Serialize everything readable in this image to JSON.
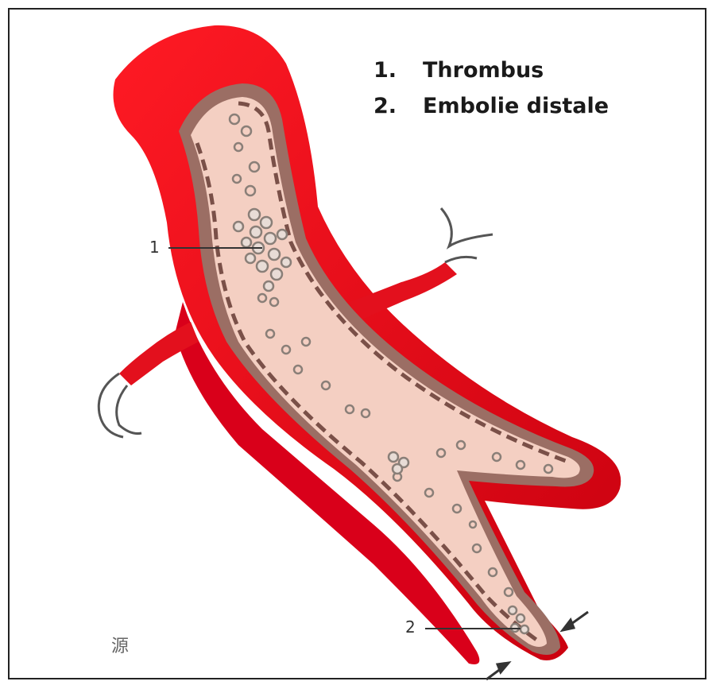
{
  "legend": [
    {
      "number": "1.",
      "label": "Thrombus"
    },
    {
      "number": "2.",
      "label": "Embolie distale"
    }
  ],
  "callouts": [
    {
      "id": "1",
      "text": "1"
    },
    {
      "id": "2",
      "text": "2"
    }
  ],
  "corner_mark": "源",
  "colors": {
    "artery_wall": "#e3101d",
    "artery_shadow": "#b00010",
    "lumen": "#f4cfc2",
    "intima": "#9b6e64",
    "clot": "#8a7f78",
    "frame": "#222222"
  }
}
